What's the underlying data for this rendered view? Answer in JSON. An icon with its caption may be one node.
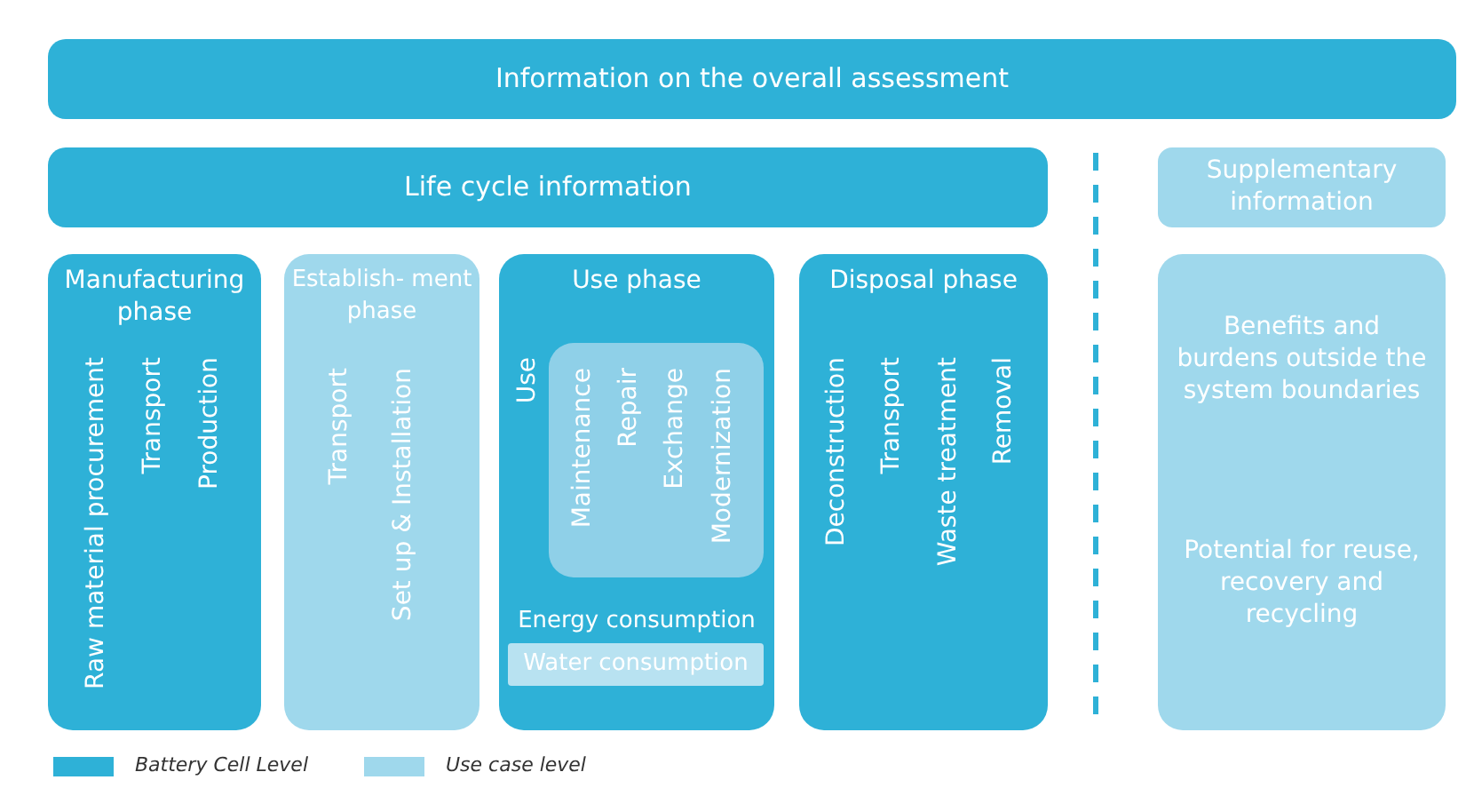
{
  "diagram": {
    "nodes": [
      {
        "text": [
          "Information on the overall assessment"
        ]
      },
      {
        "text": [
          "Life cycle information"
        ]
      },
      {
        "text": [
          "Supplementary information"
        ]
      },
      {
        "text": [
          "Manufacturing phase",
          "Raw material procurement",
          "Transport",
          "Production"
        ]
      },
      {
        "text": [
          "Establish- ment phase",
          "Transport",
          "Set up & Installation"
        ]
      },
      {
        "text": [
          "Use phase",
          "Use",
          "Energy consumption"
        ]
      },
      {
        "text": [
          "Maintenance",
          "Repair",
          "Exchange",
          "Modernization"
        ],
        "in": 5
      },
      {
        "text": [
          "Water consumption"
        ],
        "in": 5
      },
      {
        "text": [
          "Disposal phase",
          "Deconstruction",
          "Transport",
          "Waste treatment",
          "Removal"
        ]
      },
      {
        "text": [
          "Benefits and burdens outside the system boundaries",
          "Potential for reuse, recovery and recycling"
        ]
      }
    ],
    "edges": [],
    "legend": [
      {
        "text": "Battery Cell Level",
        "color": "#2eb1d7"
      },
      {
        "text": "Use case level",
        "color": "#9fd8ec"
      }
    ]
  }
}
